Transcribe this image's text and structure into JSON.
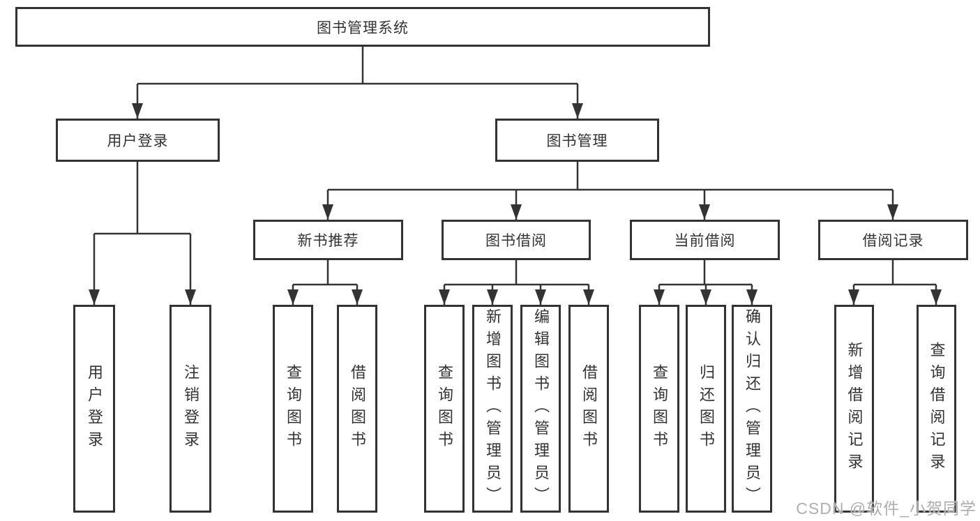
{
  "diagram": {
    "type": "hierarchy-tree",
    "root": {
      "label": "图书管理系统"
    },
    "branches": [
      {
        "label": "用户登录",
        "children": [
          {
            "label": "用户登录"
          },
          {
            "label": "注销登录"
          }
        ]
      },
      {
        "label": "图书管理",
        "children": [
          {
            "label": "新书推荐",
            "children": [
              {
                "label": "查询图书"
              },
              {
                "label": "借阅图书"
              }
            ]
          },
          {
            "label": "图书借阅",
            "children": [
              {
                "label": "查询图书"
              },
              {
                "label": "新增图书（管理员）"
              },
              {
                "label": "编辑图书（管理员）"
              },
              {
                "label": "借阅图书"
              }
            ]
          },
          {
            "label": "当前借阅",
            "children": [
              {
                "label": "查询图书"
              },
              {
                "label": "归还图书"
              },
              {
                "label": "确认归还（管理员）"
              }
            ]
          },
          {
            "label": "借阅记录",
            "children": [
              {
                "label": "新增借阅记录"
              },
              {
                "label": "查询借阅记录"
              }
            ]
          }
        ]
      }
    ],
    "watermark": "CSDN @软件_小贺同学",
    "colors": {
      "line": "#333333",
      "text": "#333333",
      "box_background": "#ffffff",
      "watermark": "#aeaeae"
    }
  }
}
